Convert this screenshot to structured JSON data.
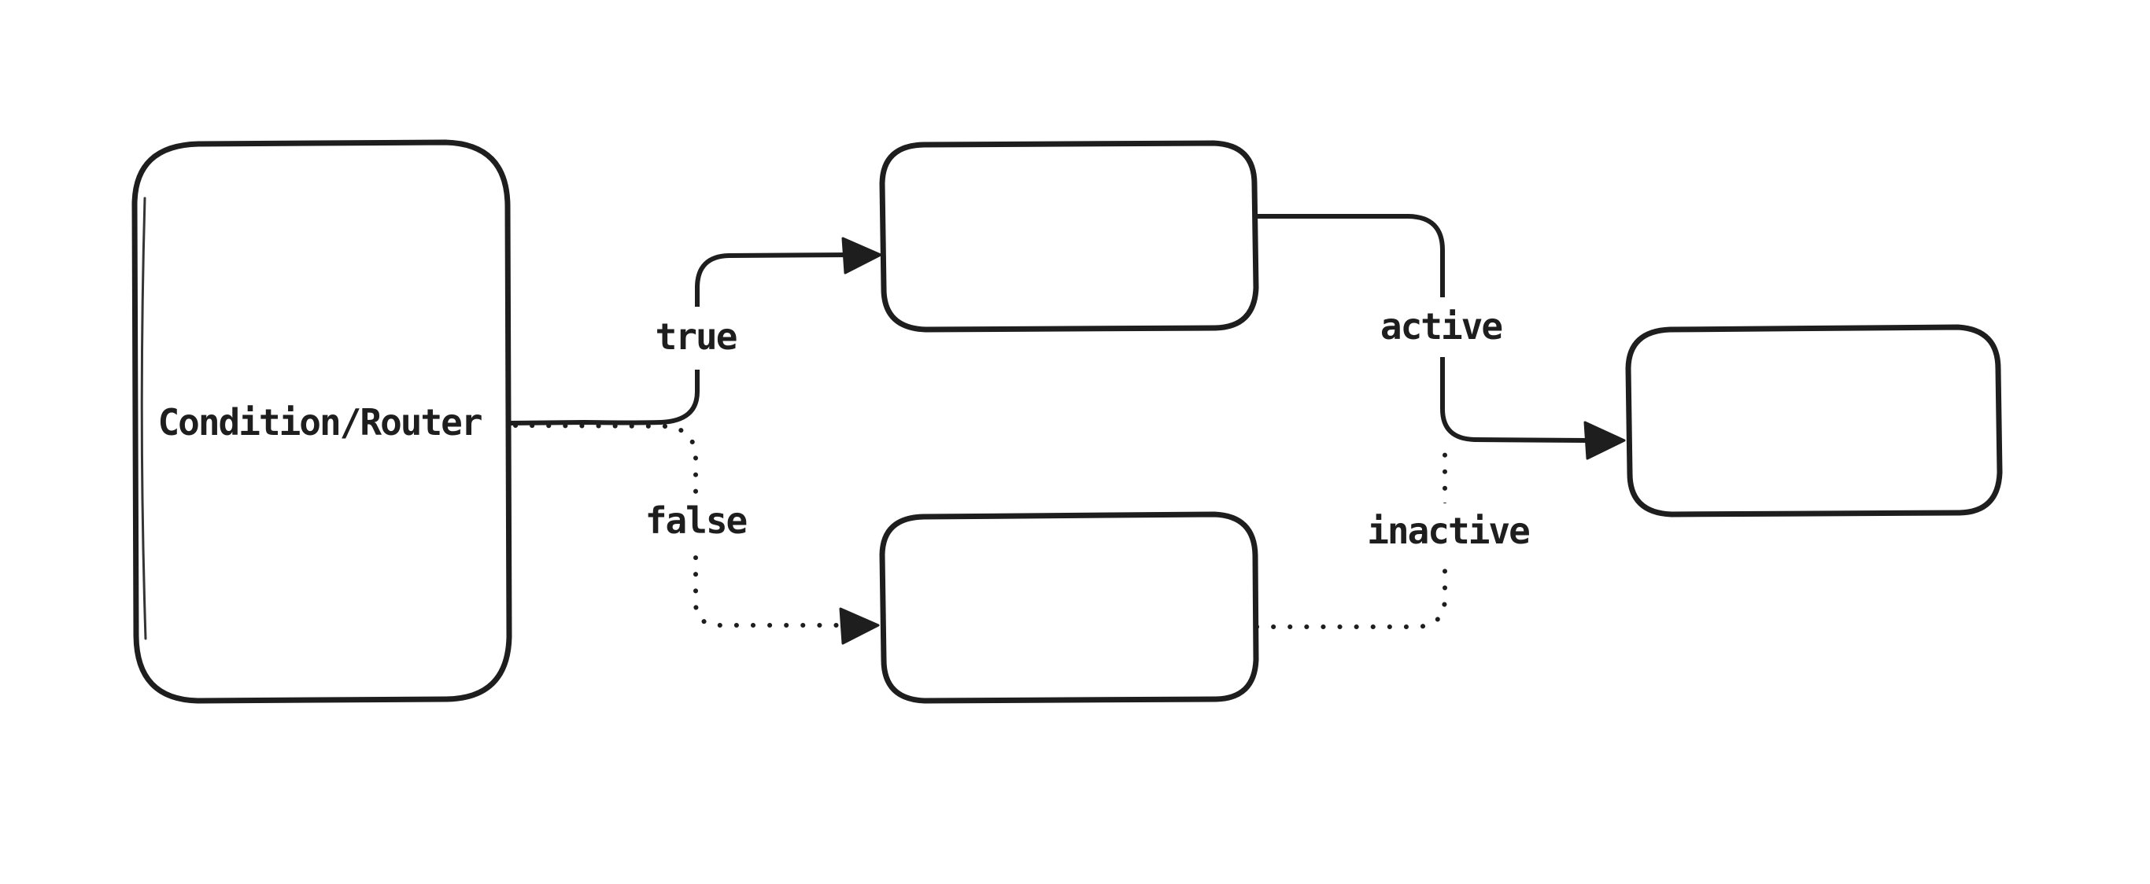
{
  "diagram": {
    "type": "flowchart",
    "style": "hand-drawn",
    "background_color": "#ffffff",
    "stroke_color": "#1e1e1e",
    "nodes": [
      {
        "id": "condition-router",
        "label": "Condition/Router",
        "shape": "rounded-rectangle"
      },
      {
        "id": "true-branch-target",
        "label": "",
        "shape": "rounded-rectangle"
      },
      {
        "id": "false-branch-target",
        "label": "",
        "shape": "rounded-rectangle"
      },
      {
        "id": "result-node",
        "label": "",
        "shape": "rounded-rectangle"
      }
    ],
    "edges": [
      {
        "from": "condition-router",
        "to": "true-branch-target",
        "label": "true",
        "line_style": "solid",
        "arrowhead": "triangle"
      },
      {
        "from": "condition-router",
        "to": "false-branch-target",
        "label": "false",
        "line_style": "dotted",
        "arrowhead": "triangle"
      },
      {
        "from": "true-branch-target",
        "to": "result-node",
        "label": "active",
        "line_style": "solid",
        "arrowhead": "triangle"
      },
      {
        "from": "false-branch-target",
        "to": "result-node",
        "label": "inactive",
        "line_style": "dotted",
        "arrowhead": "none"
      }
    ]
  }
}
